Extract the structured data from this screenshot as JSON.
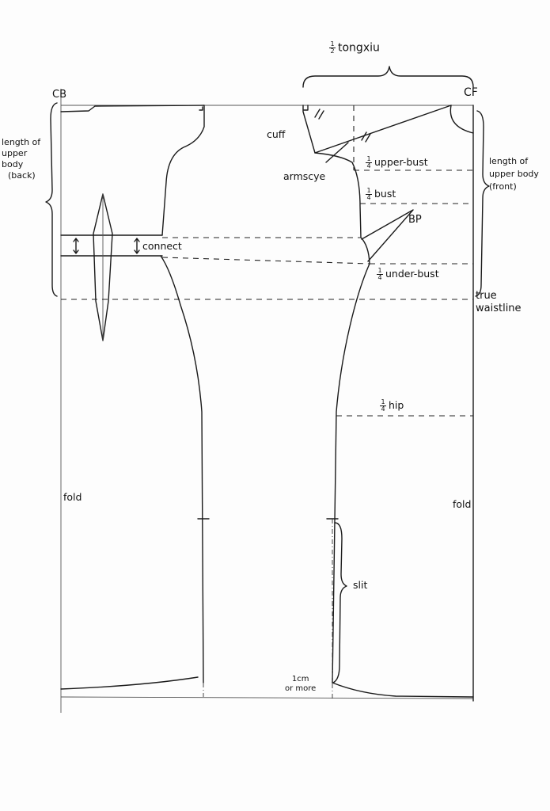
{
  "title": "1/2 tongxiu",
  "title_fraction": {
    "num": "1",
    "den": "2"
  },
  "title_text": "tongxiu",
  "labels": {
    "cb": "CB",
    "cf": "CF",
    "back_length": [
      "length of",
      "upper",
      "body",
      "(back)"
    ],
    "front_length": [
      "length of",
      "upper body",
      "(front)"
    ],
    "cuff": "cuff",
    "armscye": "armscye",
    "upper_bust": "upper-bust",
    "bust": "bust",
    "bp": "BP",
    "under_bust": "under-bust",
    "hip": "hip",
    "quarter_num": "1",
    "quarter_den": "4",
    "true_waistline": [
      "true",
      "waistline"
    ],
    "connect": "connect",
    "fold_back": "fold",
    "fold_front": "fold",
    "slit": "slit",
    "hem_note": [
      "1cm",
      "or more"
    ]
  }
}
